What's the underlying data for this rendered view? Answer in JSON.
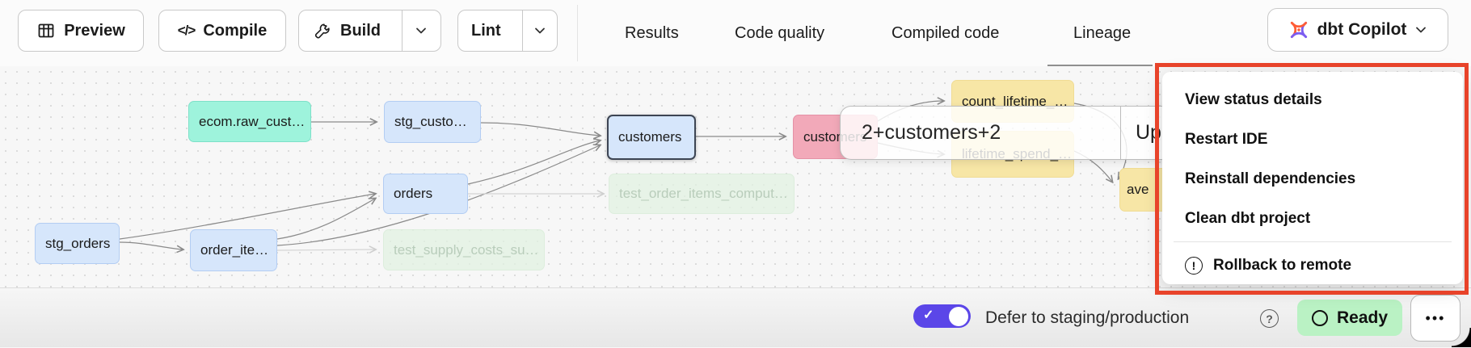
{
  "header": {
    "buttons": {
      "preview": "Preview",
      "compile": "Compile",
      "build": "Build",
      "lint": "Lint"
    },
    "tabs": [
      "Results",
      "Code quality",
      "Compiled code",
      "Lineage"
    ],
    "active_tab": "Lineage",
    "copilot_label": "dbt Copilot"
  },
  "graph": {
    "nodes": [
      {
        "label": "ecom.raw_cust…",
        "type": "source"
      },
      {
        "label": "stg_custo…",
        "type": "model"
      },
      {
        "label": "customers",
        "type": "model-selected"
      },
      {
        "label": "orders",
        "type": "model"
      },
      {
        "label": "stg_orders",
        "type": "model"
      },
      {
        "label": "order_ite…",
        "type": "model"
      },
      {
        "label": "test_order_items_comput…",
        "type": "test"
      },
      {
        "label": "test_supply_costs_su…",
        "type": "test"
      },
      {
        "label": "customers",
        "type": "downstream"
      },
      {
        "label": "count_lifetime_…",
        "type": "metric"
      },
      {
        "label": "lifetime_spend_…",
        "type": "metric"
      },
      {
        "label": "ave",
        "type": "metric"
      }
    ],
    "selector": {
      "value": "2+customers+2",
      "update_button": "Up"
    }
  },
  "menu": {
    "items": [
      "View status details",
      "Restart IDE",
      "Reinstall dependencies",
      "Clean dbt project"
    ],
    "warning_item": "Rollback to remote"
  },
  "statusbar": {
    "defer_label": "Defer to staging/production",
    "ready_label": "Ready"
  },
  "icons": {
    "check": "✓",
    "help": "?",
    "warning": "!",
    "ellipsis": "•••",
    "preview": "table-icon",
    "compile": "code-icon",
    "build": "wrench-icon",
    "copilot": "dbt-copilot-icon"
  },
  "colors": {
    "annotation_red": "#e8432a",
    "toggle_on_purple": "#5b46e8",
    "ready_green_bg": "#baf2c4",
    "node_blue": "#d6e6fb",
    "node_teal": "#9ef3dc",
    "node_pink": "#f2a9b9",
    "node_yellow": "#f7e6a6",
    "node_test_green": "#e7f3e7",
    "selected_border": "#3d4553"
  }
}
